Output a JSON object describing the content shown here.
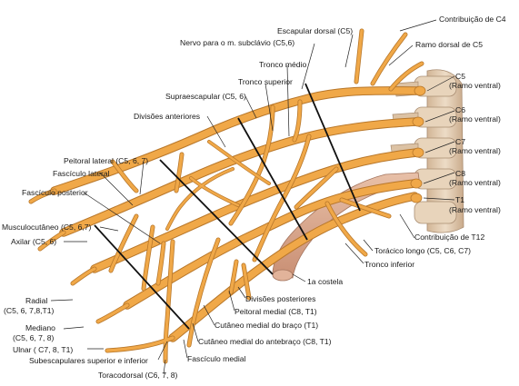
{
  "labels": {
    "contrib_c4": "Contribuição de C4",
    "escapular_dorsal": "Escapular dorsal (C5)",
    "ramo_dorsal_c5": "Ramo dorsal de C5",
    "nervo_subclavio": "Nervo para o m. subclávio (C5,6)",
    "tronco_medio": "Tronco médio",
    "tronco_superior": "Tronco superior",
    "supraescapular": "Supraescapular (C5, 6)",
    "divisoes_anteriores": "Divisões anteriores",
    "c5_title": "C5",
    "c5_sub": "(Ramo ventral)",
    "c6_title": "C6",
    "c6_sub": "(Ramo ventral)",
    "c7_title": "C7",
    "c7_sub": "(Ramo ventral)",
    "c8_title": "C8",
    "c8_sub": "(Ramo ventral)",
    "t1_title": "T1",
    "t1_sub": "(Ramo ventral)",
    "contrib_t12": "Contribuição de T12",
    "peitoral_lateral": "Peitoral lateral (C5, 6, 7)",
    "fasciculo_lateral": "Fascículo lateral",
    "fasciculo_posterior": "Fascículo posterior",
    "musculocutaneo": "Musculocutâneo (C5, 6,7)",
    "axilar": "Axilar (C5, 6)",
    "toracico_longo": "Torácico longo (C5, C6, C7)",
    "tronco_inferior": "Tronco inferior",
    "costela": "1a costela",
    "divisoes_posteriores": "Divisões posteriores",
    "peitoral_medial": "Peitoral medial (C8, T1)",
    "cutaneo_braco": "Cutâneo medial do braço (T1)",
    "cutaneo_antebraco": "Cutâneo medial do antebraço (C8, T1)",
    "fasciculo_medial": "Fascículo medial",
    "radial_1": "Radial",
    "radial_2": "(C5, 6, 7,8,T1)",
    "mediano_1": "Mediano",
    "mediano_2": "(C5, 6, 7, 8)",
    "ulnar": "Ulnar ( C7, 8, T1)",
    "subescapulares": "Subescapulares superior e inferior",
    "toracodorsal": "Toracodorsal (C6, 7, 8)"
  },
  "colors": {
    "nerve": "#f0a848",
    "nerve_outline": "#b8772a",
    "bone": "#e0c7a8",
    "bone_outline": "#a98d72",
    "rib": "#d9a78c",
    "leader": "#222222",
    "divider": "#111111"
  }
}
